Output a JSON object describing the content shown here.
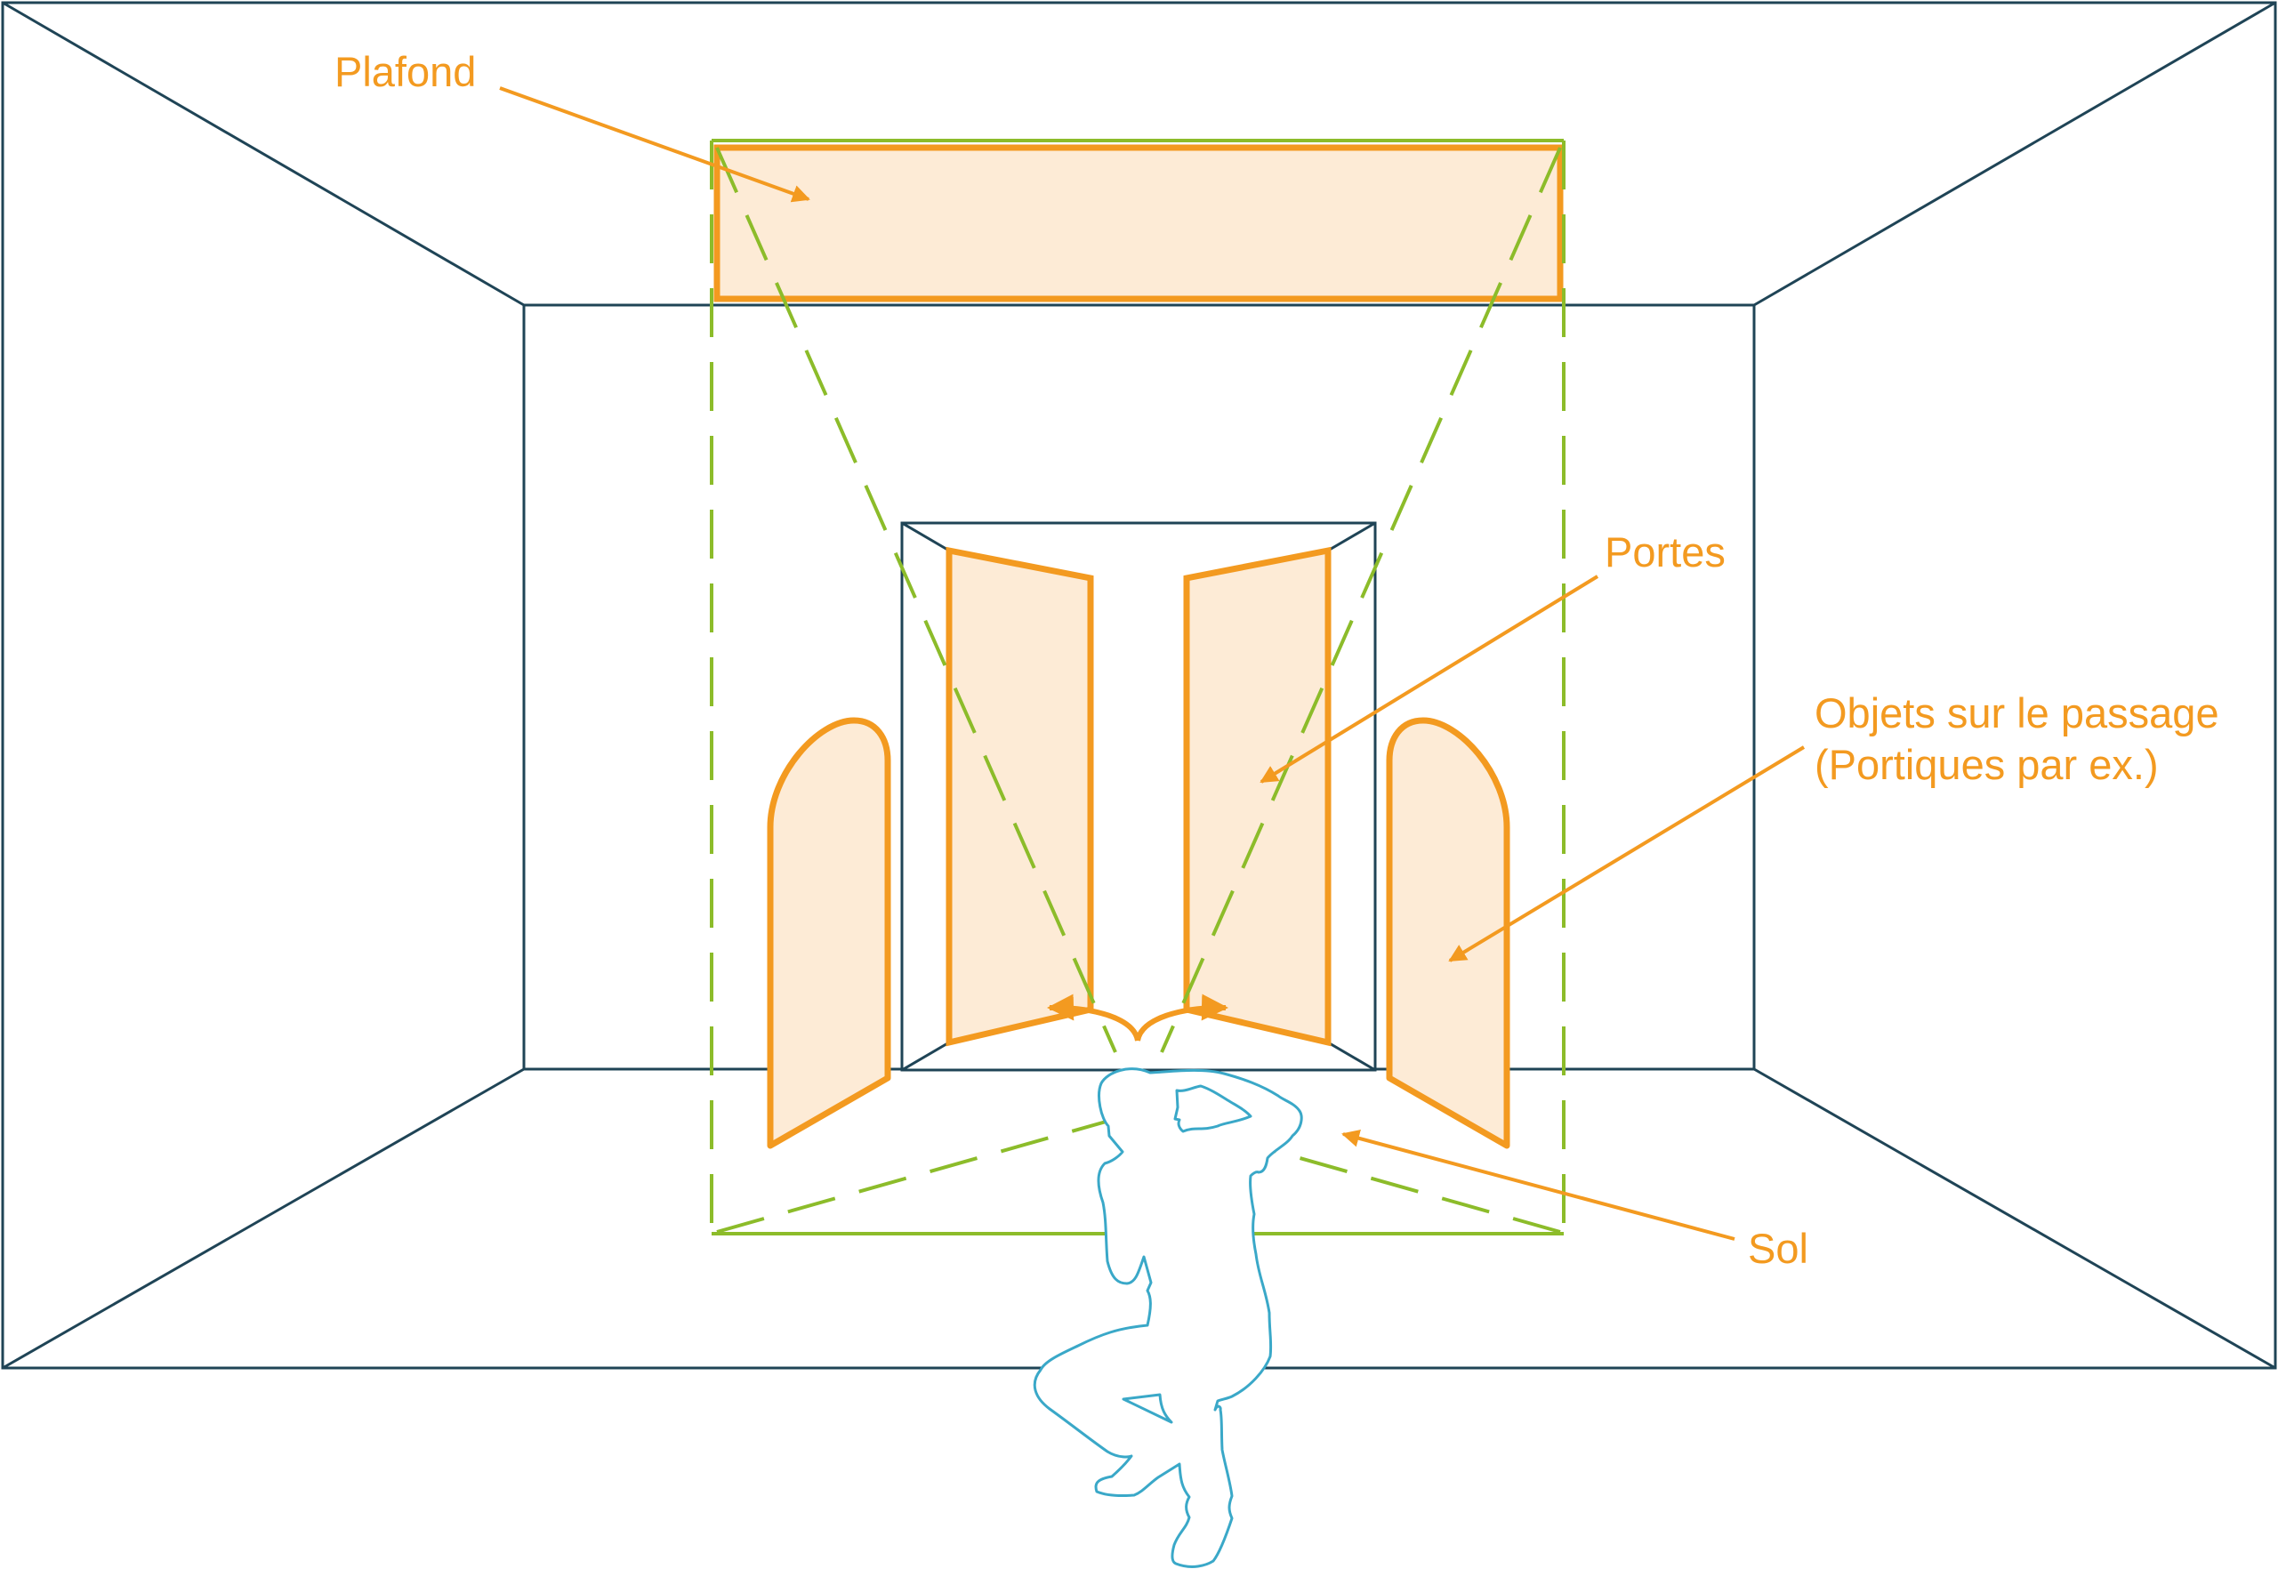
{
  "labels": {
    "plafond": "Plafond",
    "portes": "Portes",
    "objets_line1": "Objets sur le passage",
    "objets_line2": "(Portiques par ex.)",
    "sol": "Sol"
  },
  "colors": {
    "room_lines": "#1f4456",
    "accent": "#f39a20",
    "accent_fill": "#fdebd6",
    "field_of_view": "#8cbc2a",
    "person": "#3aa8c8",
    "background": "#ffffff"
  },
  "icons": {
    "person": "person-silhouette-icon"
  }
}
